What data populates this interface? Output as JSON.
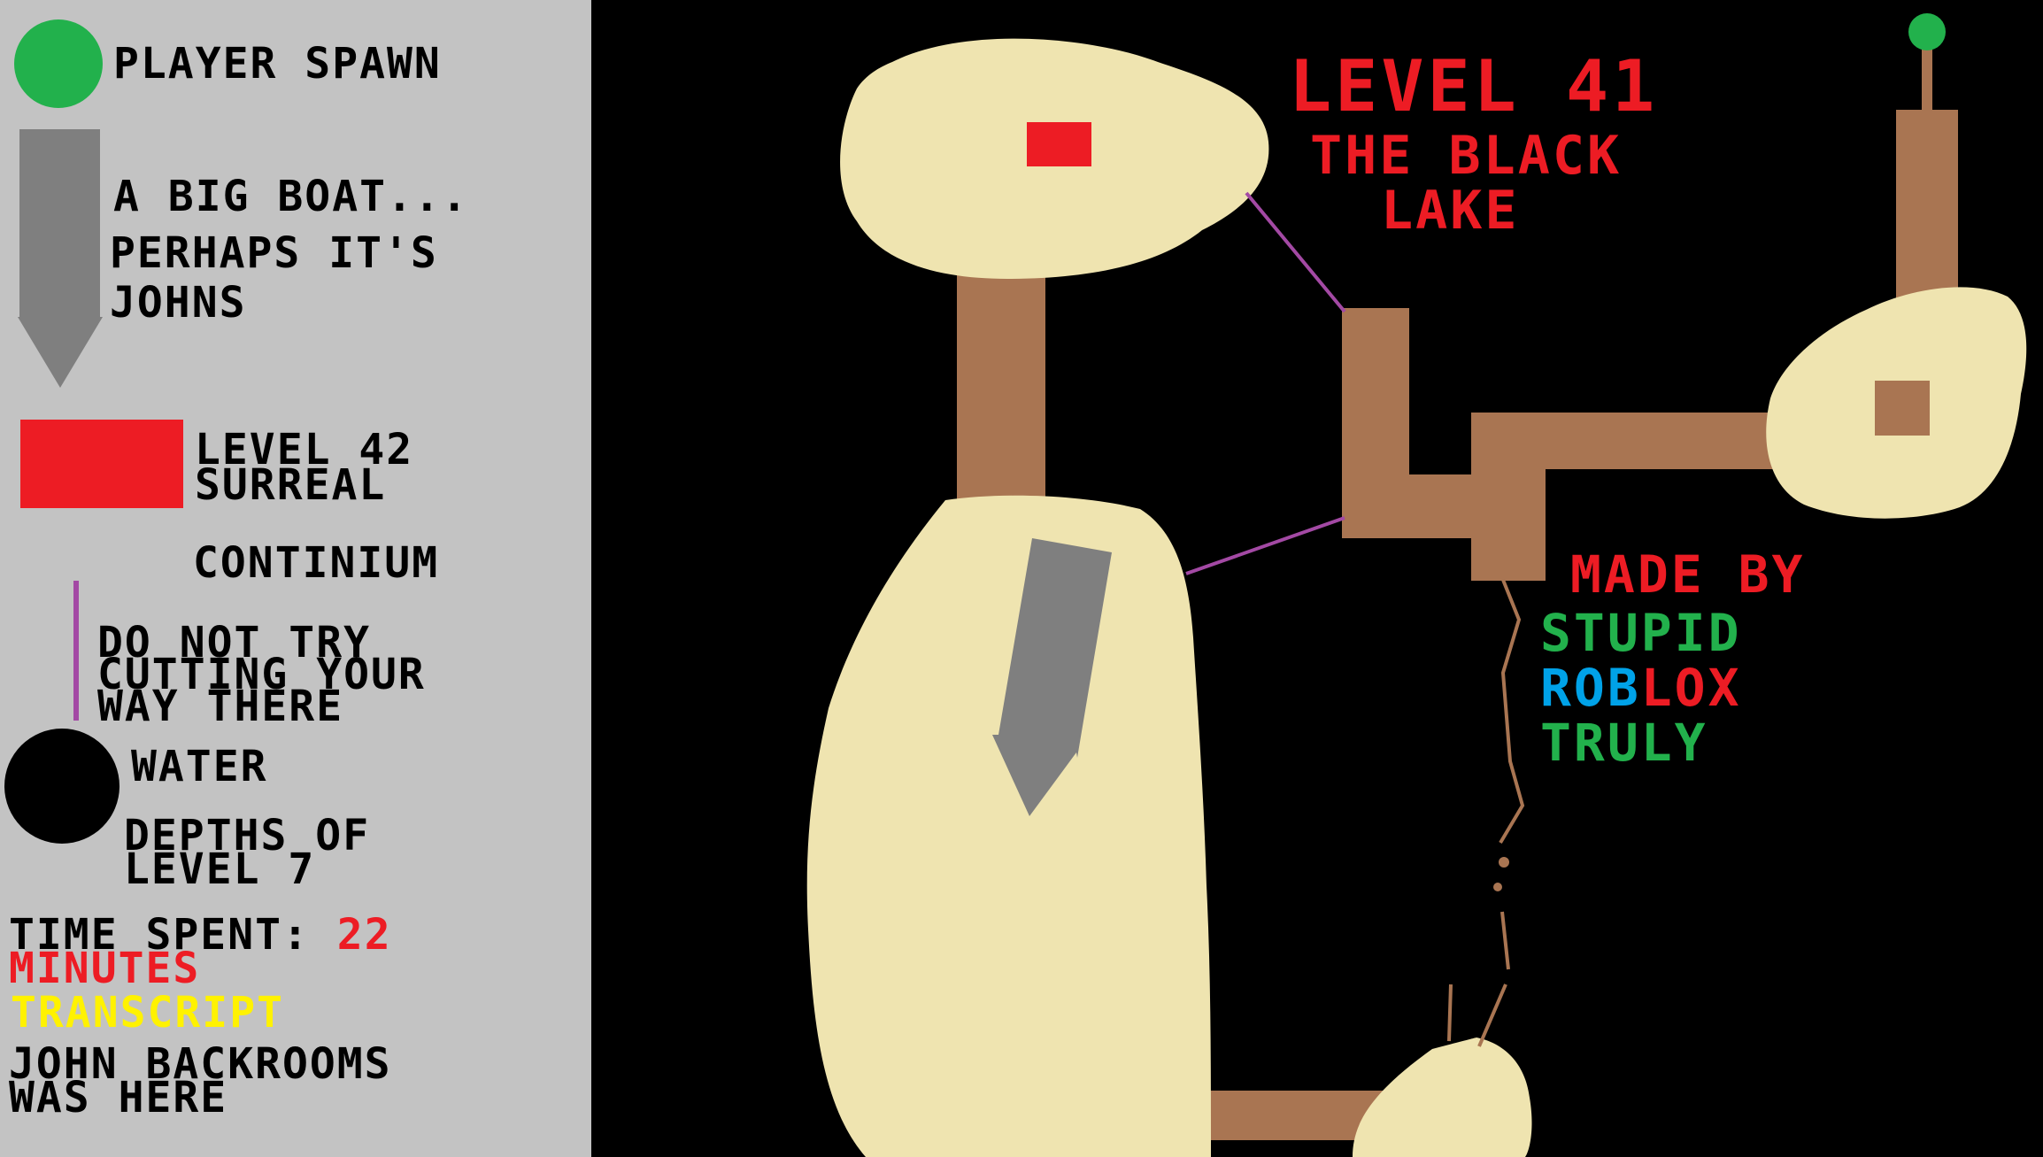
{
  "legend": {
    "player_spawn": "PLAYER SPAWN",
    "boat_line1": "A BIG BOAT...",
    "boat_line2": "PERHAPS IT'S",
    "boat_line3": "JOHNS",
    "exit_line1": "LEVEL 42",
    "exit_line2": "SURREAL",
    "exit_line3": "CONTINIUM",
    "line_line1": "DO NOT TRY",
    "line_line2": "CUTTING YOUR",
    "line_line3": "WAY THERE",
    "water_label": "WATER",
    "water_line2": "DEPTHS OF",
    "water_line3": "LEVEL 7",
    "time_label": "TIME SPENT:",
    "time_value": "22",
    "time_unit": "MINUTES",
    "transcript": "TRANSCRIPT",
    "john_line1": "JOHN BACKROOMS",
    "john_line2": "WAS HERE"
  },
  "map": {
    "title_line1": "LEVEL 41",
    "title_line2": "THE BLACK",
    "title_line3": "LAKE",
    "credit_line1": "MADE BY",
    "credit_line2": "STUPID",
    "credit_rob": "ROB",
    "credit_lox": "LOX",
    "credit_line4": "TRULY"
  },
  "colors": {
    "legend_bg": "#c3c3c3",
    "water": "#000000",
    "land": "#efe4b0",
    "bridge": "#a97552",
    "exit": "#ed1c24",
    "spawn": "#22b14c",
    "boat": "#7f7f7f",
    "wire": "#a349a4",
    "blue": "#00a2e8",
    "yellow": "#fff200"
  },
  "icons": [
    "spawn-circle-icon",
    "boat-arrow-icon",
    "exit-square-icon",
    "wire-line-icon",
    "water-circle-icon"
  ]
}
